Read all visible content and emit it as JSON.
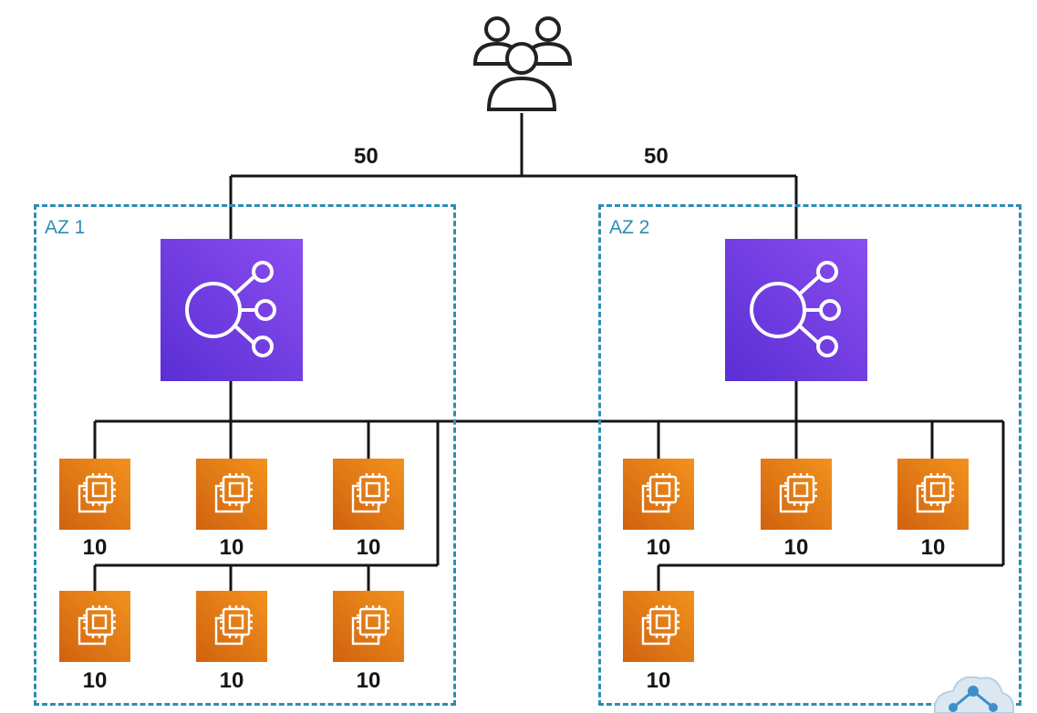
{
  "traffic_weights": {
    "left": "50",
    "right": "50"
  },
  "zones": [
    {
      "label": "AZ 1"
    },
    {
      "label": "AZ 2"
    }
  ],
  "instance_counts": {
    "az1_row1": [
      "10",
      "10",
      "10"
    ],
    "az1_row2": [
      "10",
      "10",
      "10"
    ],
    "az2_row1": [
      "10",
      "10",
      "10"
    ],
    "az2_row2": [
      "10"
    ]
  },
  "colors": {
    "zone_border": "#2e8cb5",
    "load_balancer": "#7b3fe4",
    "ec2_instance": "#e8801a",
    "connector": "#151515"
  },
  "icons": {
    "users": "users-group-icon",
    "load_balancer": "elastic-load-balancer-icon",
    "instance": "ec2-instance-icon",
    "logo": "brand-logo-icon"
  }
}
